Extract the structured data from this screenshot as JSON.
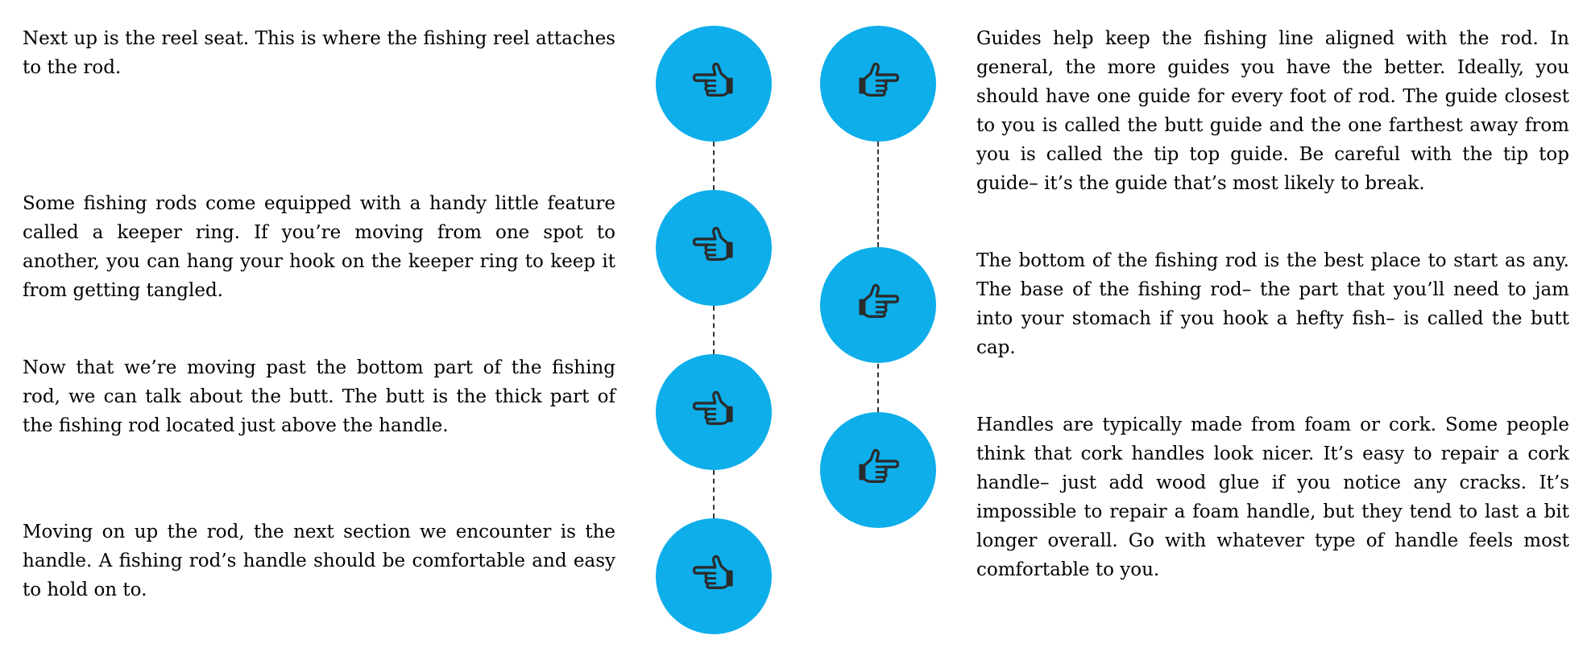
{
  "colors": {
    "circle": "#0daeea",
    "icon": "#2b2b2b",
    "connector": "#333333",
    "text": "#000000",
    "background": "#ffffff"
  },
  "icons": {
    "left_column": "hand-pointing-right-icon",
    "right_column": "hand-pointing-right-icon"
  },
  "left_items": [
    {
      "text": "Next up is the reel seat. This is where the fishing reel attaches to the rod."
    },
    {
      "text": "Some fishing rods come equipped with a handy little feature called a keeper ring. If you’re moving from one spot to another, you can hang your hook on the keeper ring to keep it from getting tangled."
    },
    {
      "text": "Now that we’re moving past the bottom part of the fishing rod, we can talk about the butt. The butt is the thick part of the fishing rod located just above the handle."
    },
    {
      "text": "Moving on up the rod, the next section we encounter is the handle. A fishing rod’s handle should be comfortable and easy to hold on to."
    }
  ],
  "right_items": [
    {
      "text": "Guides help keep the fishing line aligned with the rod. In general, the more guides you have the better. Ideally, you should have one guide for every foot of rod. The guide closest to you is called the butt guide and the one farthest away from you is called the tip top guide. Be careful with the tip top guide– it’s the guide that’s most likely to break."
    },
    {
      "text": "The bottom of the fishing rod is the best place to start as any. The base of the fishing rod– the part that you’ll need to jam into your stomach if you hook a hefty fish– is called the butt cap."
    },
    {
      "text": "Handles are typically made from foam or cork. Some people think that cork handles look nicer. It’s easy to repair a cork handle– just add wood glue if you notice any cracks. It’s impossible to repair a foam handle, but they tend to last a bit longer overall. Go with whatever type of handle feels most comfortable to you."
    }
  ]
}
